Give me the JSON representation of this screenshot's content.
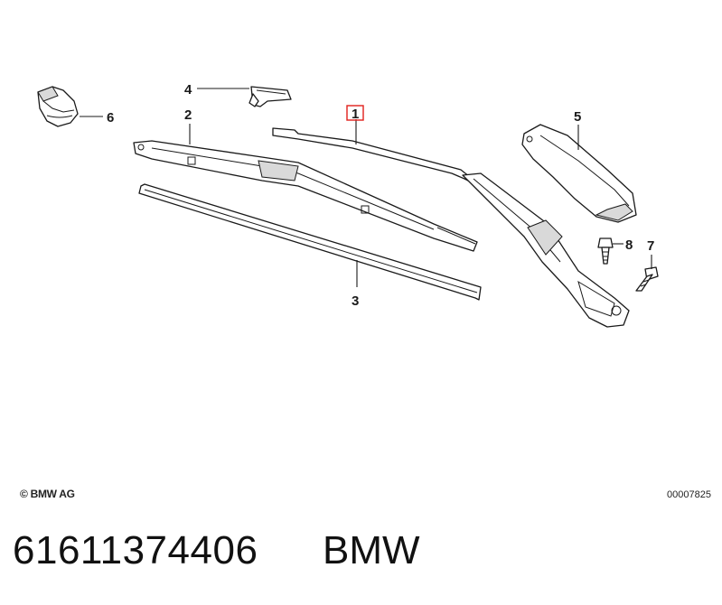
{
  "callouts": {
    "c1": "1",
    "c2": "2",
    "c3": "3",
    "c4": "4",
    "c5": "5",
    "c6": "6",
    "c7": "7",
    "c8": "8"
  },
  "highlight_color": "#e0201b",
  "copyright": "© BMW AG",
  "diagram_code": "00007825",
  "footer": {
    "part_number": "61611374406",
    "brand": "BMW"
  }
}
